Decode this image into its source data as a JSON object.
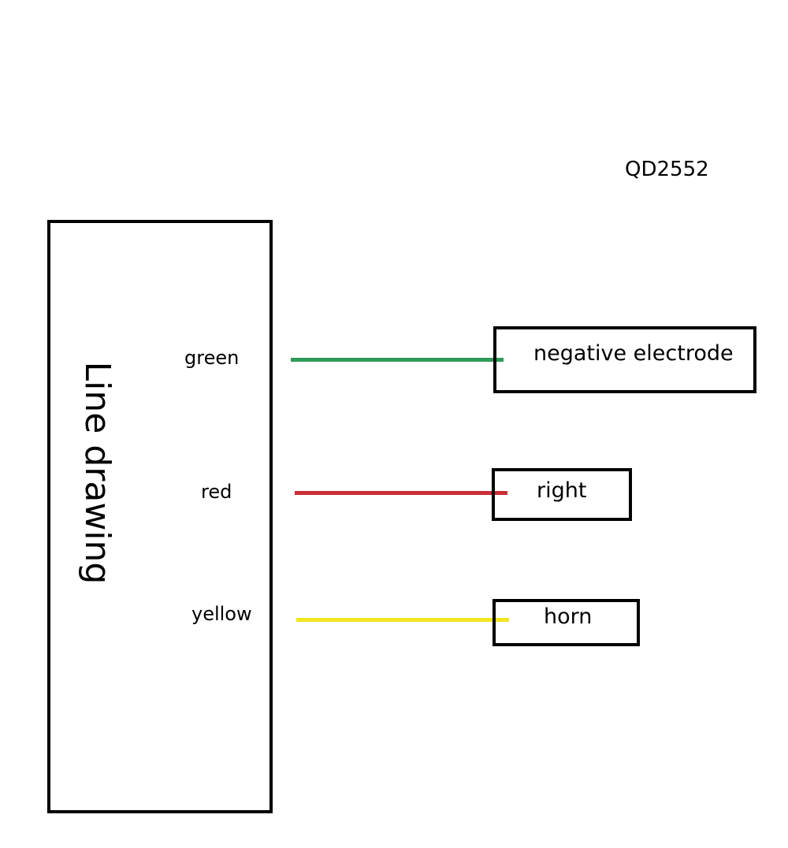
{
  "diagram": {
    "model": "QD2552",
    "main_label": "Line drawing",
    "wires": [
      {
        "color_name": "green",
        "color_hex": "#2e9a58",
        "terminal": "negative electrode"
      },
      {
        "color_name": "red",
        "color_hex": "#cc2d35",
        "terminal": "right"
      },
      {
        "color_name": "yellow",
        "color_hex": "#f2e51e",
        "terminal": "horn"
      }
    ]
  }
}
